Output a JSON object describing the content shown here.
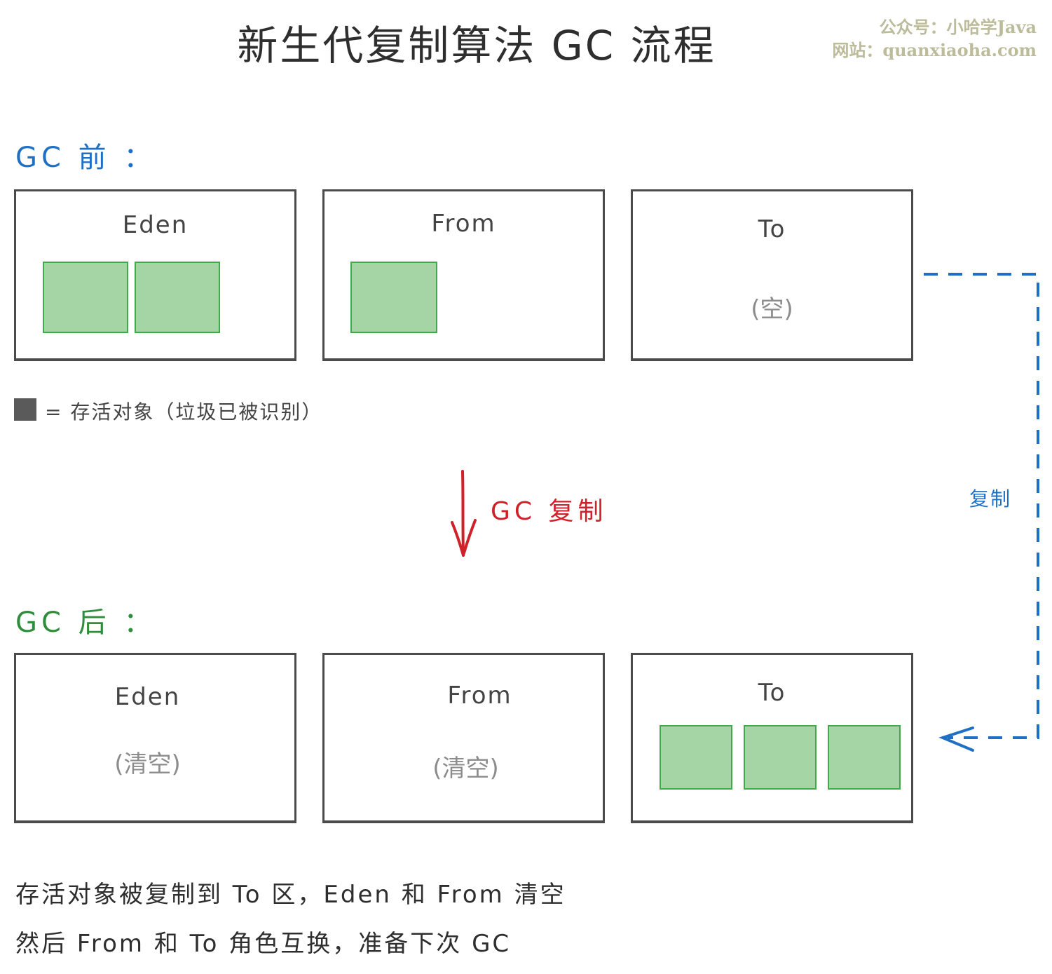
{
  "title": "新生代复制算法 GC 流程",
  "watermark": {
    "line1": "公众号：小哈学Java",
    "line2": "网站：quanxiaoha.com"
  },
  "before": {
    "label": "GC 前 ：",
    "eden": {
      "name": "Eden",
      "live_objects": 2
    },
    "from": {
      "name": "From",
      "live_objects": 1
    },
    "to": {
      "name": "To",
      "note": "(空)",
      "live_objects": 0
    }
  },
  "legend": {
    "text": "= 存活对象（垃圾已被识别）",
    "swatch_color": "#5a5a5a"
  },
  "gc_copy_label": "GC 复制",
  "copy_label": "复制",
  "after": {
    "label": "GC 后 ：",
    "eden": {
      "name": "Eden",
      "note": "(清空)",
      "live_objects": 0
    },
    "from": {
      "name": "From",
      "note": "(清空)",
      "live_objects": 0
    },
    "to": {
      "name": "To",
      "live_objects": 3
    }
  },
  "captions": {
    "line1": "存活对象被复制到 To 区，Eden 和 From 清空",
    "line2": "然后 From 和 To 角色互换，准备下次 GC"
  },
  "colors": {
    "object_fill": "#a5d5a5",
    "object_border": "#3eaa4a",
    "before_label": "#1f6fc5",
    "after_label": "#2f8d3b",
    "gc_arrow": "#d0202a",
    "copy_arrow": "#1f6fc5"
  }
}
